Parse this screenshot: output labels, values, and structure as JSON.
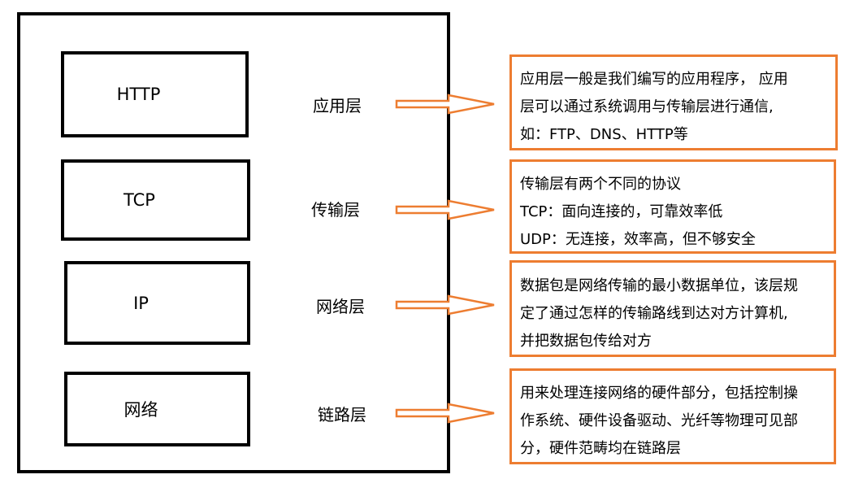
{
  "diagram": {
    "protocols": [
      "HTTP",
      "TCP",
      "IP",
      "网络"
    ],
    "layers": [
      "应用层",
      "传输层",
      "网络层",
      "链路层"
    ],
    "notes": [
      [
        "应用层一般是我们编写的应用程序， 应用",
        "层可以通过系统调用与传输层进行通信,",
        "如：FTP、DNS、HTTP等"
      ],
      [
        "传输层有两个不同的协议",
        "TCP：面向连接的，可靠效率低",
        "UDP：无连接，效率高，但不够安全"
      ],
      [
        "数据包是网络传输的最小数据单位，该层规",
        "定了通过怎样的传输路线到达对方计算机,",
        "并把数据包传给对方"
      ],
      [
        "用来处理连接网络的硬件部分，包括控制操",
        "作系统、硬件设备驱动、光纤等物理可见部",
        "分，硬件范畴均在链路层"
      ]
    ],
    "colors": {
      "border": "#000000",
      "note_border": "#ed7d31",
      "arrow": "#ed7d31"
    }
  }
}
